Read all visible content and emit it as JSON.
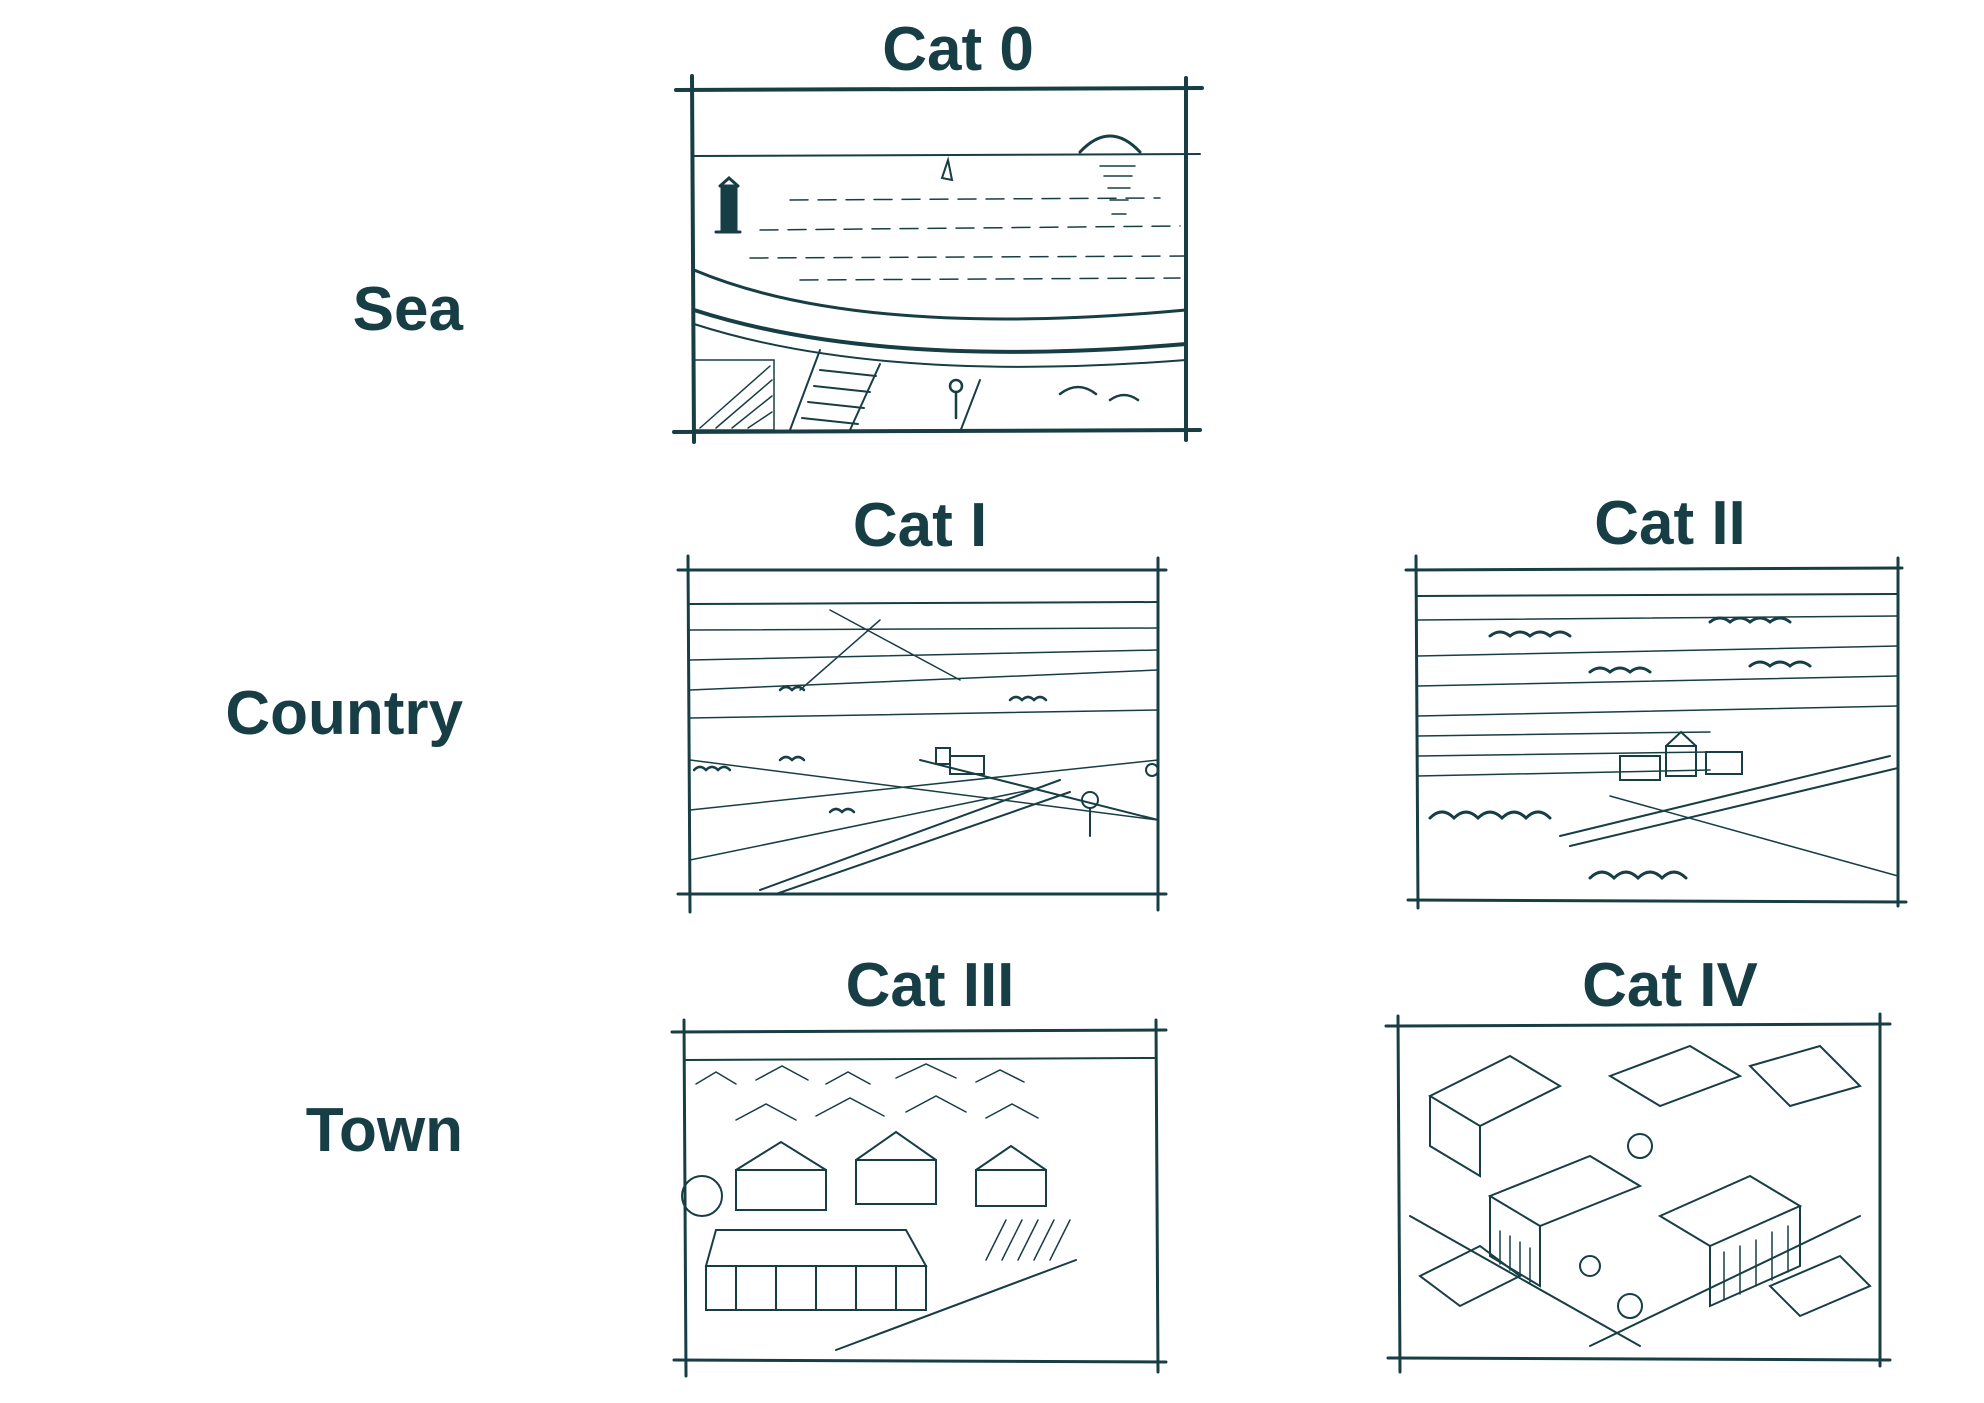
{
  "rows": {
    "sea": "Sea",
    "country": "Country",
    "town": "Town"
  },
  "categories": {
    "cat0": "Cat 0",
    "cat1": "Cat I",
    "cat2": "Cat II",
    "cat3": "Cat III",
    "cat4": "Cat IV"
  },
  "colors": {
    "ink": "#173e45",
    "background": "#ffffff"
  }
}
